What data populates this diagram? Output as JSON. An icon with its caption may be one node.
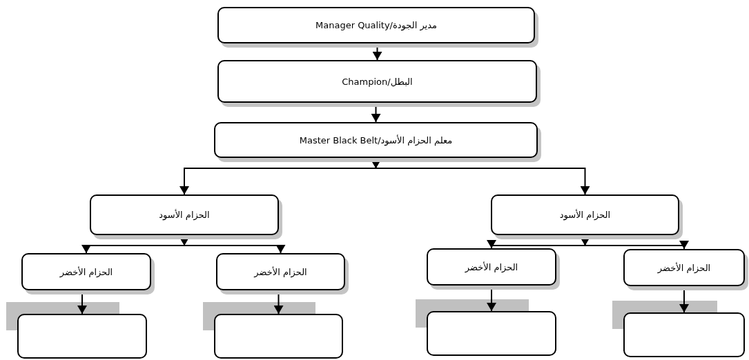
{
  "diagram": {
    "nodes": [
      {
        "text": [
          "مدير الجودة/Manager Quality"
        ]
      },
      {
        "text": [
          "البطل/Champion"
        ]
      },
      {
        "text": [
          "معلم الحزام الأسود/Master Black Belt"
        ]
      },
      {
        "text": [
          "الحزام الأسود"
        ]
      },
      {
        "text": [
          "الحزام الأسود"
        ]
      },
      {
        "text": [
          "الحزام الأخضر"
        ]
      },
      {
        "text": [
          "الحزام الأخضر"
        ]
      },
      {
        "text": [
          "الحزام الأخضر"
        ]
      },
      {
        "text": [
          "الحزام الأخضر"
        ]
      },
      {
        "text": [],
        "shape": "box"
      },
      {
        "text": [],
        "shape": "box"
      },
      {
        "text": [],
        "shape": "box"
      },
      {
        "text": [],
        "shape": "box"
      }
    ],
    "edges": [
      {
        "from": 0,
        "to": 1,
        "arrow": "to"
      },
      {
        "from": 1,
        "to": 2,
        "arrow": "to"
      },
      {
        "from": 2,
        "to": 3,
        "arrow": "to"
      },
      {
        "from": 2,
        "to": 4,
        "arrow": "to"
      },
      {
        "from": 3,
        "to": 5,
        "arrow": "to"
      },
      {
        "from": 3,
        "to": 6,
        "arrow": "to"
      },
      {
        "from": 4,
        "to": 7,
        "arrow": "to"
      },
      {
        "from": 4,
        "to": 8,
        "arrow": "to"
      },
      {
        "from": 5,
        "to": 9,
        "arrow": "to"
      },
      {
        "from": 6,
        "to": 10,
        "arrow": "to"
      },
      {
        "from": 7,
        "to": 11,
        "arrow": "to"
      },
      {
        "from": 8,
        "to": 12,
        "arrow": "to"
      }
    ]
  }
}
